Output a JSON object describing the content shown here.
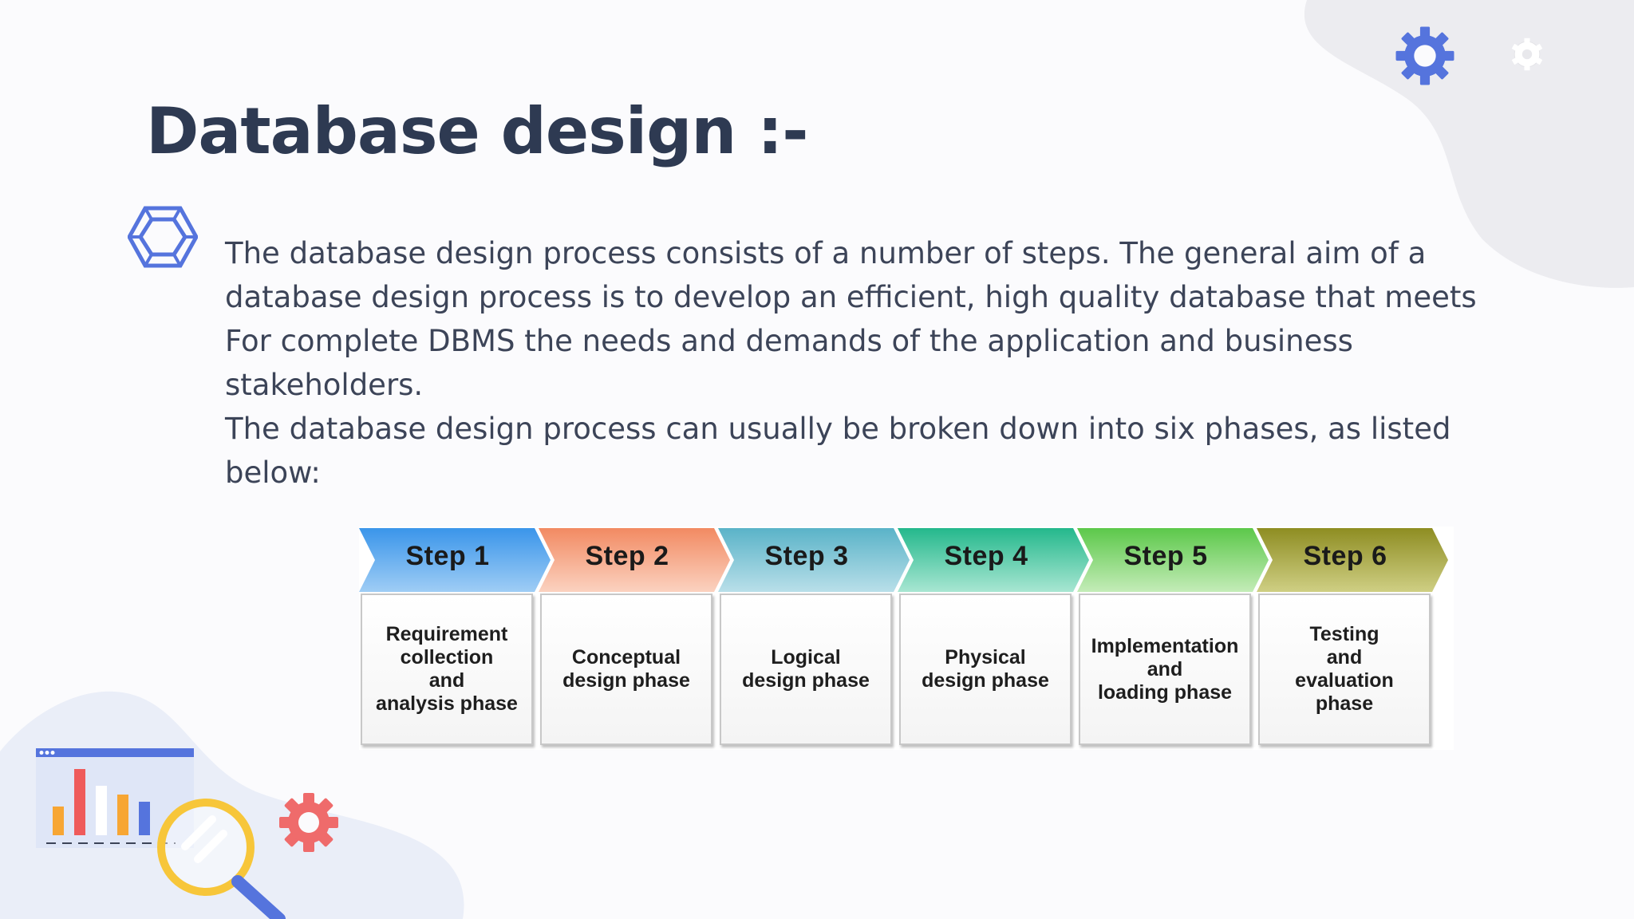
{
  "slide": {
    "title": "Database design :-",
    "paragraphs": [
      "The database design process consists of a number of steps. The general aim of a database design process is to develop an efficient, high quality database that meets For complete DBMS the needs and demands of the application and business stakeholders.",
      "The database design process can usually be broken down into six phases, as listed below:"
    ]
  },
  "steps": [
    {
      "label": "Step 1",
      "description": "Requirement\ncollection\nand\nanalysis phase",
      "color": "#2a86e0"
    },
    {
      "label": "Step 2",
      "description": "Conceptual\ndesign phase",
      "color": "#f08f66"
    },
    {
      "label": "Step 3",
      "description": "Logical\ndesign phase",
      "color": "#5ab3c8"
    },
    {
      "label": "Step 4",
      "description": "Physical\ndesign phase",
      "color": "#2fbf94"
    },
    {
      "label": "Step 5",
      "description": "Implementation\nand\nloading phase",
      "color": "#68cf52"
    },
    {
      "label": "Step 6",
      "description": "Testing\nand\nevaluation\nphase",
      "color": "#9b9a2a"
    }
  ],
  "icons": [
    "hexagon-icon",
    "gear-icon",
    "magnifier-icon",
    "bar-chart-icon"
  ],
  "colors": {
    "title": "#2e3a52",
    "text": "#3c4458",
    "accent": "#5574dd",
    "gear_red": "#ef6b6b"
  }
}
